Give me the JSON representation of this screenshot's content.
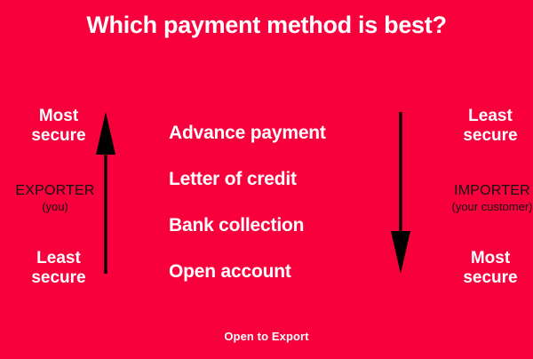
{
  "theme": {
    "background_color": "#F8003C",
    "text_light_color": "#FFFFFF",
    "text_dark_color": "#111111",
    "arrow_color": "#000000"
  },
  "header": {
    "title": "Which payment method is best?"
  },
  "exporter": {
    "top_label": "Most\nsecure",
    "top_label_line1": "Most",
    "top_label_line2": "secure",
    "party_name": "EXPORTER",
    "party_sub": "(you)",
    "bottom_label_line1": "Least",
    "bottom_label_line2": "secure",
    "arrow_direction": "up"
  },
  "importer": {
    "top_label_line1": "Least",
    "top_label_line2": "secure",
    "party_name": "IMPORTER",
    "party_sub": "(your customer)",
    "bottom_label_line1": "Most",
    "bottom_label_line2": "secure",
    "arrow_direction": "down"
  },
  "methods": [
    {
      "label": "Advance payment"
    },
    {
      "label": "Letter of credit"
    },
    {
      "label": "Bank collection"
    },
    {
      "label": "Open account"
    }
  ],
  "footer": {
    "brand": "Open to Export"
  }
}
